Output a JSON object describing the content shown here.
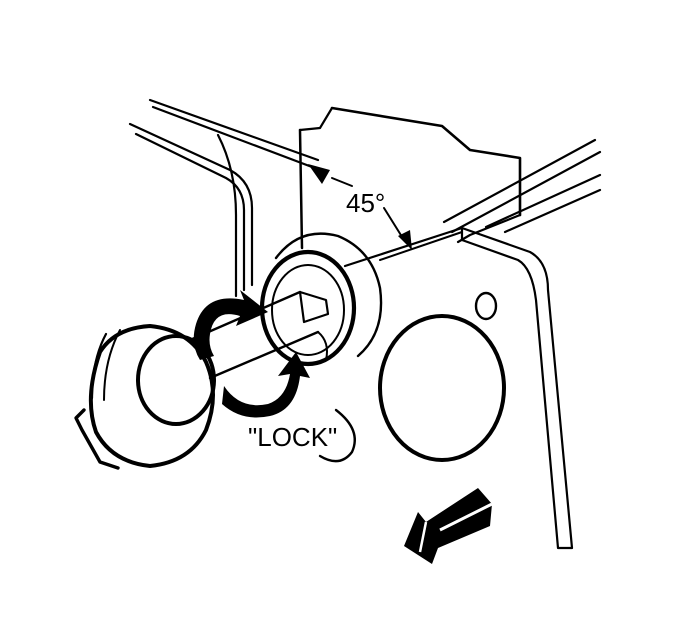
{
  "diagram": {
    "angle_label": "45°",
    "lock_label": "\"LOCK\"",
    "colors": {
      "line": "#000000",
      "background": "#ffffff"
    },
    "parts": [
      "mounting-bracket-panel",
      "bracket-hole",
      "bracket-bore",
      "shaft-collar",
      "plunger-shaft",
      "knob-cap",
      "rotation-arrows",
      "lock-direction-arrow",
      "direction-arrow"
    ]
  }
}
